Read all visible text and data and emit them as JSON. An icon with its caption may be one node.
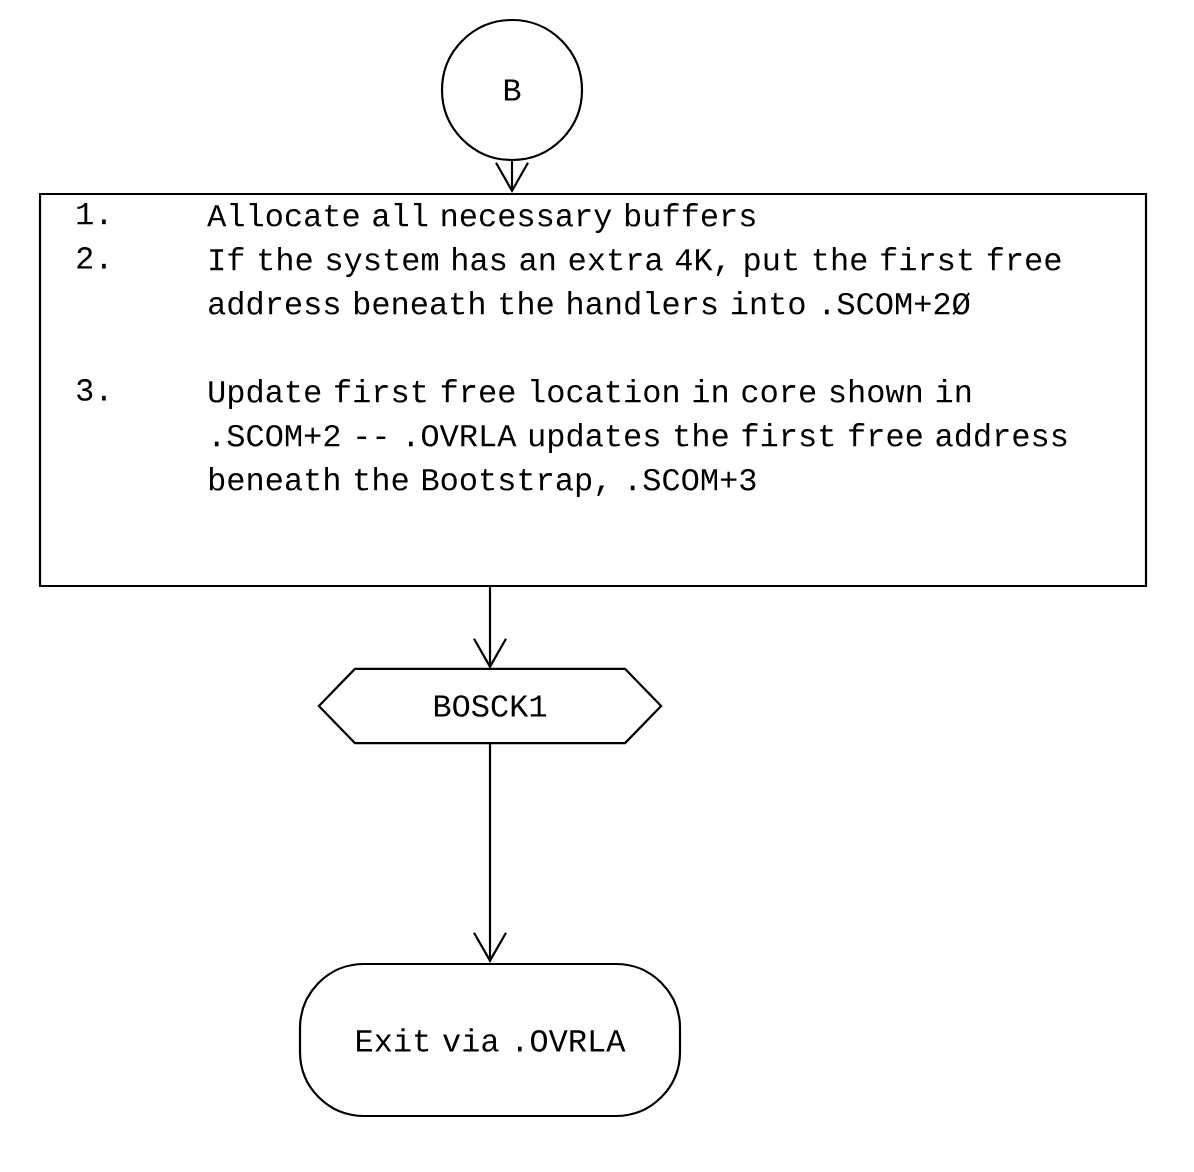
{
  "diagram": {
    "nodes": [
      {
        "text": [
          "B"
        ]
      },
      {
        "text": [
          "1.",
          "Allocate all necessary buffers",
          "2.",
          "If the system has an extra 4K, put the first free address beneath the handlers into .SCOM+2Ø",
          "3.",
          "Update first free location in core shown in .SCOM+2 -- .OVRLA updates the first free address beneath the Bootstrap, .SCOM+3"
        ]
      },
      {
        "text": [
          "BOSCK1"
        ]
      },
      {
        "text": [
          "Exit via .OVRLA"
        ]
      }
    ],
    "edges": [
      {
        "from": 0,
        "to": 1,
        "arrow": "to"
      },
      {
        "from": 1,
        "to": 2,
        "arrow": "to"
      },
      {
        "from": 2,
        "to": 3,
        "arrow": "to"
      }
    ]
  }
}
